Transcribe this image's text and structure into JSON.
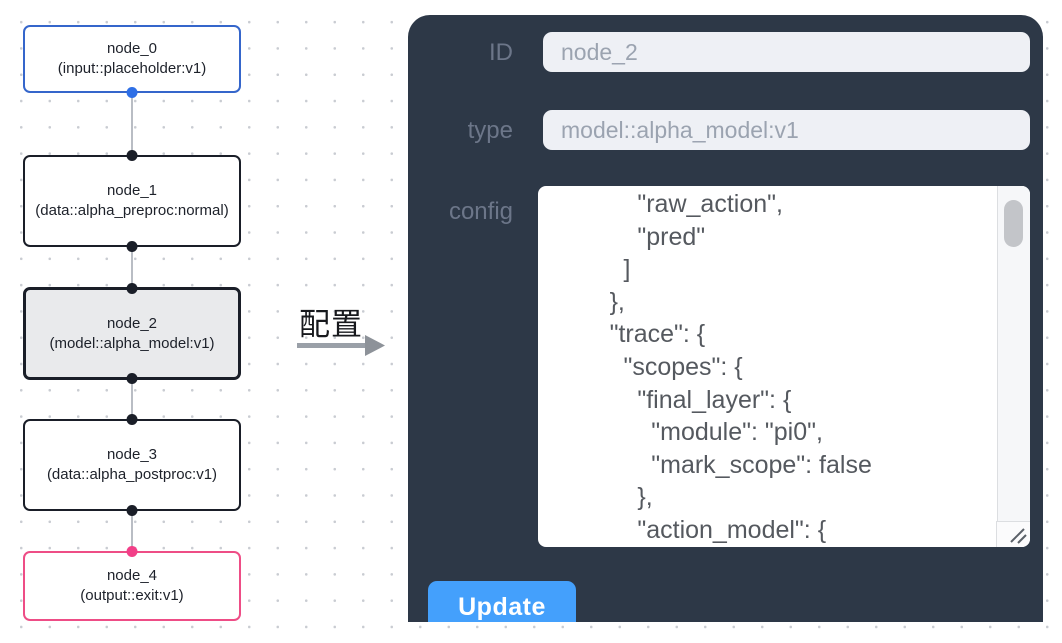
{
  "canvas": {
    "nodes": [
      {
        "name": "node_0",
        "type": "(input::placeholder:v1)"
      },
      {
        "name": "node_1",
        "type": "(data::alpha_preproc:normal)"
      },
      {
        "name": "node_2",
        "type": "(model::alpha_model:v1)"
      },
      {
        "name": "node_3",
        "type": "(data::alpha_postproc:v1)"
      },
      {
        "name": "node_4",
        "type": "(output::exit:v1)"
      }
    ]
  },
  "transition": {
    "label": "配置"
  },
  "panel": {
    "id_field": {
      "label": "ID",
      "value": "node_2"
    },
    "type_field": {
      "label": "type",
      "value": "model::alpha_model:v1"
    },
    "config_field": {
      "label": "config",
      "value": "            \"raw_action\",\n            \"pred\"\n          ]\n        },\n        \"trace\": {\n          \"scopes\": {\n            \"final_layer\": {\n              \"module\": \"pi0\",\n              \"mark_scope\": false\n            },\n            \"action_model\": {"
    },
    "update_button": "Update"
  },
  "colors": {
    "panel_bg": "#2d3847",
    "accent_blue": "#44a0fc",
    "selected_node_bg": "#e9eaec",
    "input_node_border": "#3566cb",
    "output_node_border": "#ee4d86",
    "port_blue": "#2e6fe6",
    "port_pink": "#f23f88",
    "edge_gray": "#b9bdc4"
  }
}
